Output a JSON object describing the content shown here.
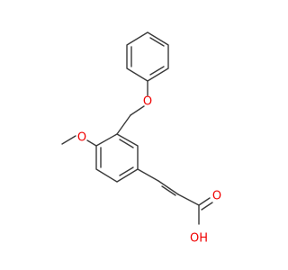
{
  "molecule": {
    "atoms": {
      "ether_o": "O",
      "methoxy_o": "O",
      "carbonyl_o": "O",
      "hydroxyl": "OH"
    },
    "colors": {
      "bond": "#3a3a3a",
      "heteroatom": "#f00000",
      "background": "#ffffff"
    }
  }
}
